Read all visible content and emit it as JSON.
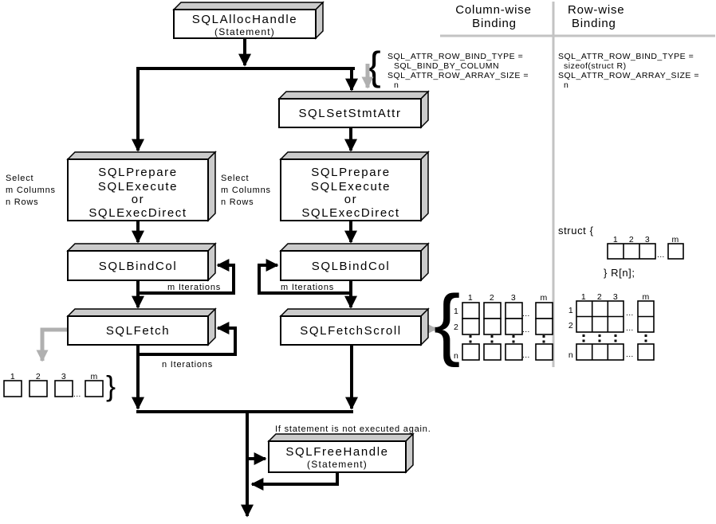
{
  "colors": {
    "line_black": "#000000",
    "arrow_gray": "#b0b0b0",
    "divider_gray": "#c3c3c3",
    "box_side_gray": "#cbcbcb",
    "box_face": "#ffffff"
  },
  "bindings": {
    "column_wise": {
      "title_line1": "Column-wise",
      "title_line2": "Binding",
      "attr_line1": "SQL_ATTR_ROW_BIND_TYPE =",
      "attr_line2": "SQL_BIND_BY_COLUMN",
      "attr_line3": "SQL_ATTR_ROW_ARRAY_SIZE =",
      "attr_line4": "n"
    },
    "row_wise": {
      "title_line1": "Row-wise",
      "title_line2": "Binding",
      "attr_line1": "SQL_ATTR_ROW_BIND_TYPE =",
      "attr_line2": "sizeof(struct R)",
      "attr_line3": "SQL_ATTR_ROW_ARRAY_SIZE =",
      "attr_line4": "n"
    }
  },
  "flow": {
    "alloc_handle": {
      "label": "SQLAllocHandle",
      "sublabel": "(Statement)"
    },
    "set_stmt_attr": {
      "label": "SQLSetStmtAttr"
    },
    "prepare_left": {
      "line1": "SQLPrepare",
      "line2": "SQLExecute",
      "line3": "or",
      "line4": "SQLExecDirect"
    },
    "prepare_right": {
      "line1": "SQLPrepare",
      "line2": "SQLExecute",
      "line3": "or",
      "line4": "SQLExecDirect"
    },
    "bind_col_left": {
      "label": "SQLBindCol"
    },
    "bind_col_right": {
      "label": "SQLBindCol"
    },
    "fetch": {
      "label": "SQLFetch"
    },
    "fetch_scroll": {
      "label": "SQLFetchScroll"
    },
    "free_handle": {
      "label": "SQLFreeHandle",
      "sublabel": "(Statement)"
    }
  },
  "annotations": {
    "select_left": {
      "line1": "Select",
      "line2": "m Columns",
      "line3": "n Rows"
    },
    "select_right": {
      "line1": "Select",
      "line2": "m Columns",
      "line3": "n Rows"
    },
    "m_iterations_left": "m Iterations",
    "m_iterations_right": "m Iterations",
    "n_iterations": "n Iterations",
    "if_statement": "If statement is not executed again.",
    "struct_open": "struct {",
    "struct_close": "} R[n];"
  },
  "arrays": {
    "fetch_result": {
      "c1": "1",
      "c2": "2",
      "c3": "3",
      "cm": "m"
    },
    "column_wise_grid": {
      "c1": "1",
      "c2": "2",
      "c3": "3",
      "cm": "m",
      "r1": "1",
      "r2": "2",
      "rn": "n"
    },
    "row_wise_grid": {
      "c1": "1",
      "c2": "2",
      "c3": "3",
      "cm": "m",
      "r1": "1",
      "r2": "2",
      "rn": "n"
    },
    "struct_fields": {
      "c1": "1",
      "c2": "2",
      "c3": "3",
      "cm": "m"
    }
  },
  "symbols": {
    "brace_open": "{",
    "brace_close": "}",
    "dots": "..."
  }
}
